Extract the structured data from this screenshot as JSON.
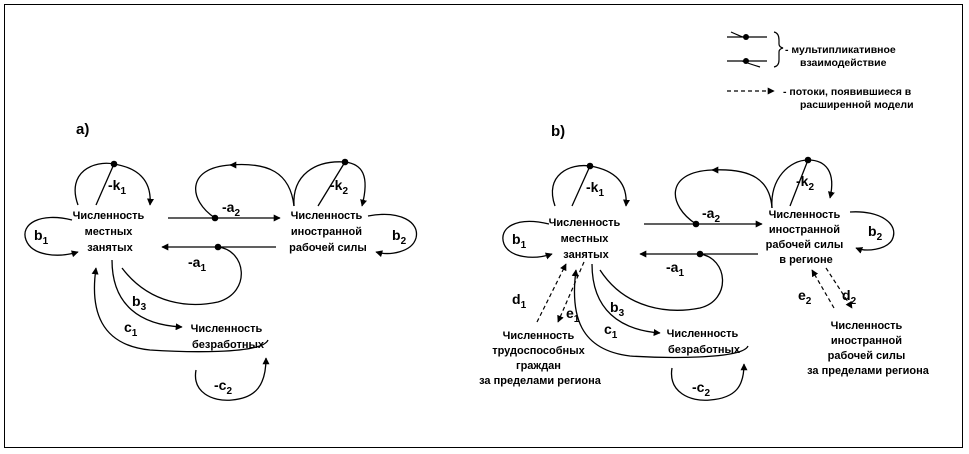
{
  "panels": [
    {
      "label": "a)",
      "nodes": {
        "employed": [
          "Численность",
          "местных",
          "занятых"
        ],
        "foreign": [
          "Численность",
          "иностранной",
          "рабочей силы"
        ],
        "unemployed": [
          "Численность",
          "безработных"
        ]
      },
      "coefs": {
        "k1": {
          "main": "-k",
          "sub": "1"
        },
        "k2": {
          "main": "-k",
          "sub": "2"
        },
        "a2": {
          "main": "-a",
          "sub": "2"
        },
        "a1": {
          "main": "-a",
          "sub": "1"
        },
        "b1": {
          "main": "b",
          "sub": "1"
        },
        "b2": {
          "main": "b",
          "sub": "2"
        },
        "b3": {
          "main": "b",
          "sub": "3"
        },
        "c1": {
          "main": "c",
          "sub": "1"
        },
        "c2": {
          "main": "-c",
          "sub": "2"
        }
      }
    },
    {
      "label": "b)",
      "nodes": {
        "employed": [
          "Численность",
          "местных",
          "занятых"
        ],
        "foreign": [
          "Численность",
          "иностранной",
          "рабочей силы",
          "в регионе"
        ],
        "unemployed": [
          "Численность",
          "безработных"
        ],
        "ablebodied": [
          "Численность",
          "трудоспособных",
          "граждан",
          "за пределами региона"
        ],
        "foreign_outside": [
          "Численность",
          "иностранной",
          "рабочей силы",
          "за пределами региона"
        ]
      },
      "coefs": {
        "k1": {
          "main": "-k",
          "sub": "1"
        },
        "k2": {
          "main": "-k",
          "sub": "2"
        },
        "a2": {
          "main": "-a",
          "sub": "2"
        },
        "a1": {
          "main": "-a",
          "sub": "1"
        },
        "b1": {
          "main": "b",
          "sub": "1"
        },
        "b2": {
          "main": "b",
          "sub": "2"
        },
        "b3": {
          "main": "b",
          "sub": "3"
        },
        "c1": {
          "main": "c",
          "sub": "1"
        },
        "c2": {
          "main": "-c",
          "sub": "2"
        },
        "d1": {
          "main": "d",
          "sub": "1"
        },
        "e1": {
          "main": "e",
          "sub": "1"
        },
        "e2": {
          "main": "e",
          "sub": "2"
        },
        "d2": {
          "main": "d",
          "sub": "2"
        }
      }
    }
  ],
  "legend": {
    "multiplicative": [
      "- мультипликативное",
      "взаимодействие"
    ],
    "new_flows": [
      "- потоки, появившиеся в",
      "расширенной модели"
    ]
  },
  "colors": {
    "line": "#000000",
    "background": "#ffffff"
  }
}
